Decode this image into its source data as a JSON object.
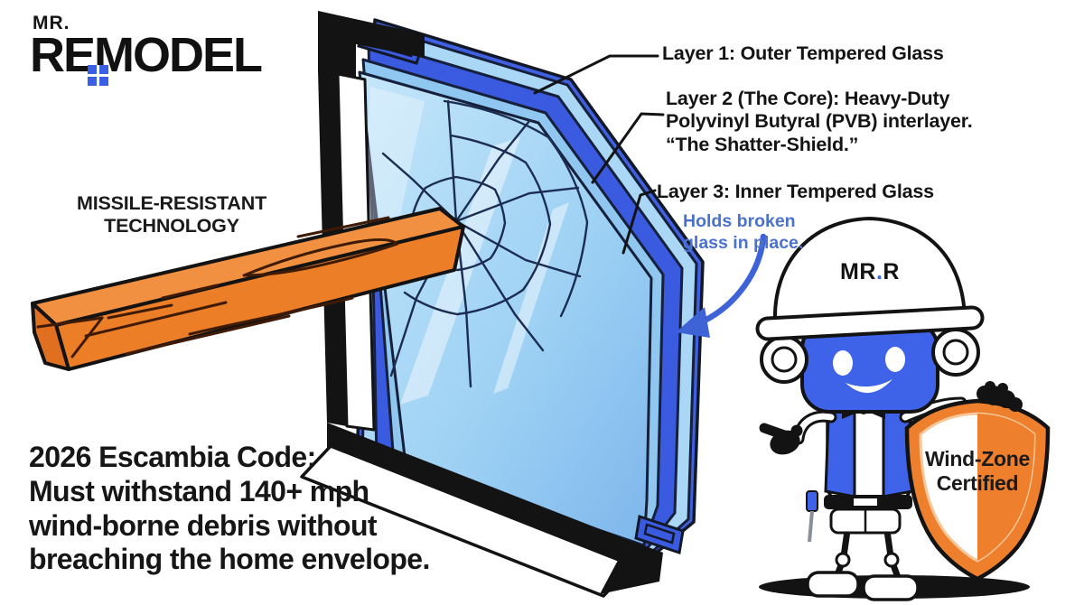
{
  "logo": {
    "mr": "MR.",
    "brand_left": "RE",
    "brand_right": "MODEL"
  },
  "headline": {
    "line1": "MISSILE-RESISTANT",
    "line2": "TECHNOLOGY"
  },
  "layer_labels": {
    "layer1": "Layer 1: Outer Tempered Glass",
    "layer2_line1": "Layer 2 (The Core): Heavy-Duty",
    "layer2_line2": "Polyvinyl Butyral (PVB) interlayer.",
    "layer2_line3": "“The Shatter-Shield.”",
    "layer3": "Layer 3: Inner Tempered Glass"
  },
  "note": {
    "line1": "Holds broken",
    "line2": "glass in place."
  },
  "code": {
    "line1": "2026 Escambia Code:",
    "line2": "Must withstand 140+ mph",
    "line3": "wind-borne debris without",
    "line4": "breaching the home envelope."
  },
  "mascot": {
    "hat_text_left": "MR",
    "hat_text_dot": ".",
    "hat_text_right": "R"
  },
  "shield": {
    "line1": "Wind-Zone",
    "line2": "Certified"
  },
  "colors": {
    "brand_blue": "#3A5FE5",
    "glass_light": "#A9D7F5",
    "glass_royal": "#3A5BE0",
    "board_orange": "#EC7E28",
    "shield_orange": "#EE7F2C",
    "note_blue": "#4A72CC",
    "ink": "#131313"
  }
}
